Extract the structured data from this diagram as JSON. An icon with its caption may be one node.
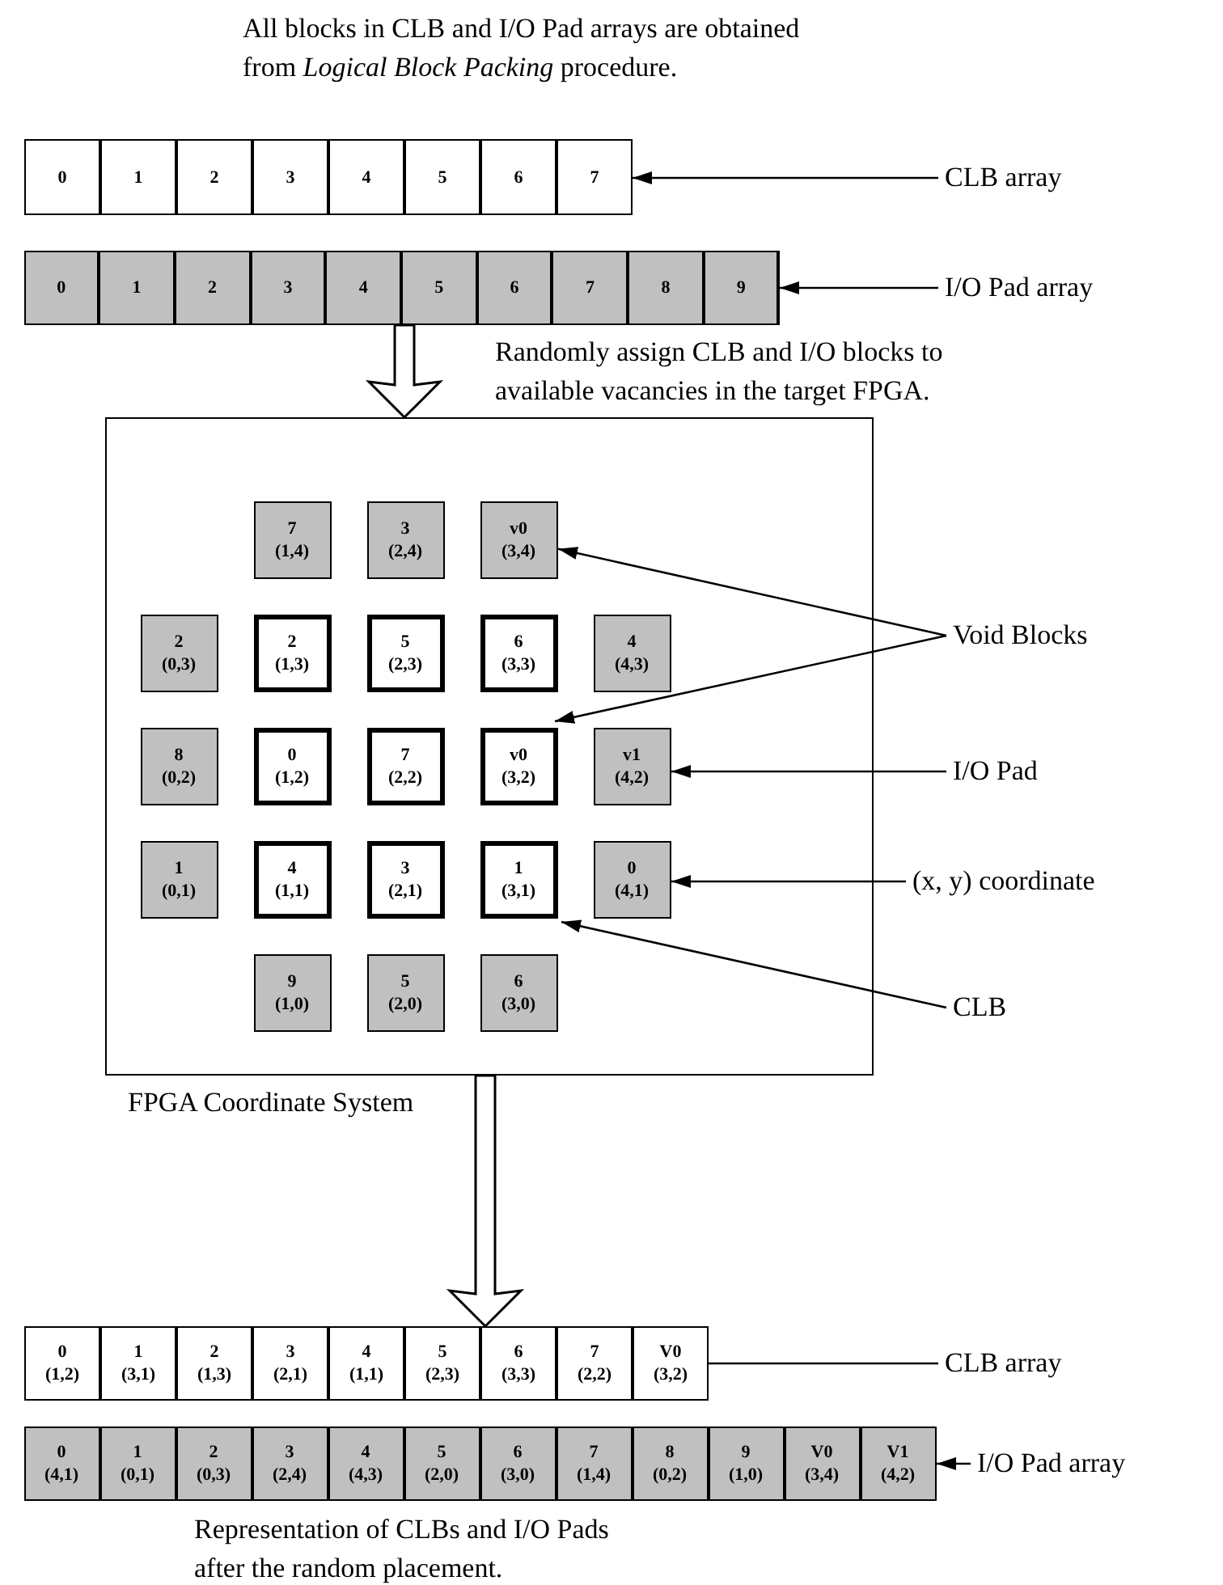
{
  "diagram": {
    "nodes": [
      {
        "text": [],
        "shape": "box"
      },
      {
        "text": [
          "0"
        ],
        "in": 0
      },
      {
        "text": [
          "1"
        ],
        "in": 0
      },
      {
        "text": [
          "2"
        ],
        "in": 0
      },
      {
        "text": [
          "3"
        ],
        "in": 0
      },
      {
        "text": [
          "4"
        ],
        "in": 0
      },
      {
        "text": [
          "5"
        ],
        "in": 0
      },
      {
        "text": [
          "6"
        ],
        "in": 0
      },
      {
        "text": [
          "7"
        ],
        "in": 0
      },
      {
        "text": [],
        "shape": "box"
      },
      {
        "text": [
          "0"
        ],
        "in": 9
      },
      {
        "text": [
          "1"
        ],
        "in": 9
      },
      {
        "text": [
          "2"
        ],
        "in": 9
      },
      {
        "text": [
          "3"
        ],
        "in": 9
      },
      {
        "text": [
          "4"
        ],
        "in": 9
      },
      {
        "text": [
          "5"
        ],
        "in": 9
      },
      {
        "text": [
          "6"
        ],
        "in": 9
      },
      {
        "text": [
          "7"
        ],
        "in": 9
      },
      {
        "text": [
          "8"
        ],
        "in": 9
      },
      {
        "text": [
          "9"
        ],
        "in": 9
      },
      {
        "text": [],
        "shape": "box",
        "beside": [
          "FPGA Coordinate System"
        ]
      },
      {
        "text": [
          "7",
          "(1,4)"
        ],
        "in": 20
      },
      {
        "text": [
          "3",
          "(2,4)"
        ],
        "in": 20
      },
      {
        "text": [
          "v0",
          "(3,4)"
        ],
        "in": 20
      },
      {
        "text": [
          "2",
          "(0,3)"
        ],
        "in": 20
      },
      {
        "text": [
          "2",
          "(1,3)"
        ],
        "in": 20
      },
      {
        "text": [
          "5",
          "(2,3)"
        ],
        "in": 20
      },
      {
        "text": [
          "6",
          "(3,3)"
        ],
        "in": 20
      },
      {
        "text": [
          "4",
          "(4,3)"
        ],
        "in": 20
      },
      {
        "text": [
          "8",
          "(0,2)"
        ],
        "in": 20
      },
      {
        "text": [
          "0",
          "(1,2)"
        ],
        "in": 20
      },
      {
        "text": [
          "7",
          "(2,2)"
        ],
        "in": 20
      },
      {
        "text": [
          "v0",
          "(3,2)"
        ],
        "in": 20
      },
      {
        "text": [
          "v1",
          "(4,2)"
        ],
        "in": 20
      },
      {
        "text": [
          "1",
          "(0,1)"
        ],
        "in": 20
      },
      {
        "text": [
          "4",
          "(1,1)"
        ],
        "in": 20
      },
      {
        "text": [
          "3",
          "(2,1)"
        ],
        "in": 20
      },
      {
        "text": [
          "1",
          "(3,1)"
        ],
        "in": 20
      },
      {
        "text": [
          "0",
          "(4,1)"
        ],
        "in": 20
      },
      {
        "text": [
          "9",
          "(1,0)"
        ],
        "in": 20
      },
      {
        "text": [
          "5",
          "(2,0)"
        ],
        "in": 20
      },
      {
        "text": [
          "6",
          "(3,0)"
        ],
        "in": 20
      },
      {
        "text": [],
        "shape": "box"
      },
      {
        "text": [
          "0",
          "(1,2)"
        ],
        "in": 42
      },
      {
        "text": [
          "1",
          "(3,1)"
        ],
        "in": 42
      },
      {
        "text": [
          "2",
          "(1,3)"
        ],
        "in": 42
      },
      {
        "text": [
          "3",
          "(2,1)"
        ],
        "in": 42
      },
      {
        "text": [
          "4",
          "(1,1)"
        ],
        "in": 42
      },
      {
        "text": [
          "5",
          "(2,3)"
        ],
        "in": 42
      },
      {
        "text": [
          "6",
          "(3,3)"
        ],
        "in": 42
      },
      {
        "text": [
          "7",
          "(2,2)"
        ],
        "in": 42
      },
      {
        "text": [
          "V0",
          "(3,2)"
        ],
        "in": 42
      },
      {
        "text": [],
        "shape": "box"
      },
      {
        "text": [
          "0",
          "(4,1)"
        ],
        "in": 52
      },
      {
        "text": [
          "1",
          "(0,1)"
        ],
        "in": 52
      },
      {
        "text": [
          "2",
          "(0,3)"
        ],
        "in": 52
      },
      {
        "text": [
          "3",
          "(2,4)"
        ],
        "in": 52
      },
      {
        "text": [
          "4",
          "(4,3)"
        ],
        "in": 52
      },
      {
        "text": [
          "5",
          "(2,0)"
        ],
        "in": 52
      },
      {
        "text": [
          "6",
          "(3,0)"
        ],
        "in": 52
      },
      {
        "text": [
          "7",
          "(1,4)"
        ],
        "in": 52
      },
      {
        "text": [
          "8",
          "(0,2)"
        ],
        "in": 52
      },
      {
        "text": [
          "9",
          "(1,0)"
        ],
        "in": 52
      },
      {
        "text": [
          "V0",
          "(3,4)"
        ],
        "in": 52
      },
      {
        "text": [
          "V1",
          "(4,2)"
        ],
        "in": 52
      },
      {
        "text": [
          "CLB array"
        ]
      },
      {
        "text": [
          "I/O Pad array"
        ]
      },
      {
        "text": [
          "Void Blocks"
        ]
      },
      {
        "text": [
          "I/O Pad"
        ]
      },
      {
        "text": [
          "(x, y) coordinate"
        ]
      },
      {
        "text": [
          "CLB"
        ]
      },
      {
        "text": [
          "CLB array"
        ]
      },
      {
        "text": [
          "I/O Pad array"
        ]
      }
    ],
    "edges": [
      {
        "from": 65,
        "to": 0,
        "arrow": "to"
      },
      {
        "from": 66,
        "to": 9,
        "arrow": "to"
      },
      {
        "from": 9,
        "to": 20,
        "arrow": "to",
        "style": "thick",
        "label": "Randomly assign CLB and I/O blocks to available vacancies in the target FPGA."
      },
      {
        "from": 67,
        "to": 23,
        "arrow": "to"
      },
      {
        "from": 67,
        "to": 32,
        "arrow": "to"
      },
      {
        "from": 68,
        "to": 33,
        "arrow": "to"
      },
      {
        "from": 69,
        "to": 38,
        "arrow": "to"
      },
      {
        "from": 70,
        "to": 37,
        "arrow": "to"
      },
      {
        "from": 20,
        "to": 42,
        "arrow": "to",
        "style": "thick"
      },
      {
        "from": 71,
        "to": 42,
        "arrow": "none"
      },
      {
        "from": 72,
        "to": 52,
        "arrow": "to"
      }
    ],
    "labels": [
      "All blocks in CLB and I/O Pad arrays are obtained from *Logical Block Packing* procedure.",
      "Representation of CLBs and I/O Pads after the random placement."
    ]
  }
}
